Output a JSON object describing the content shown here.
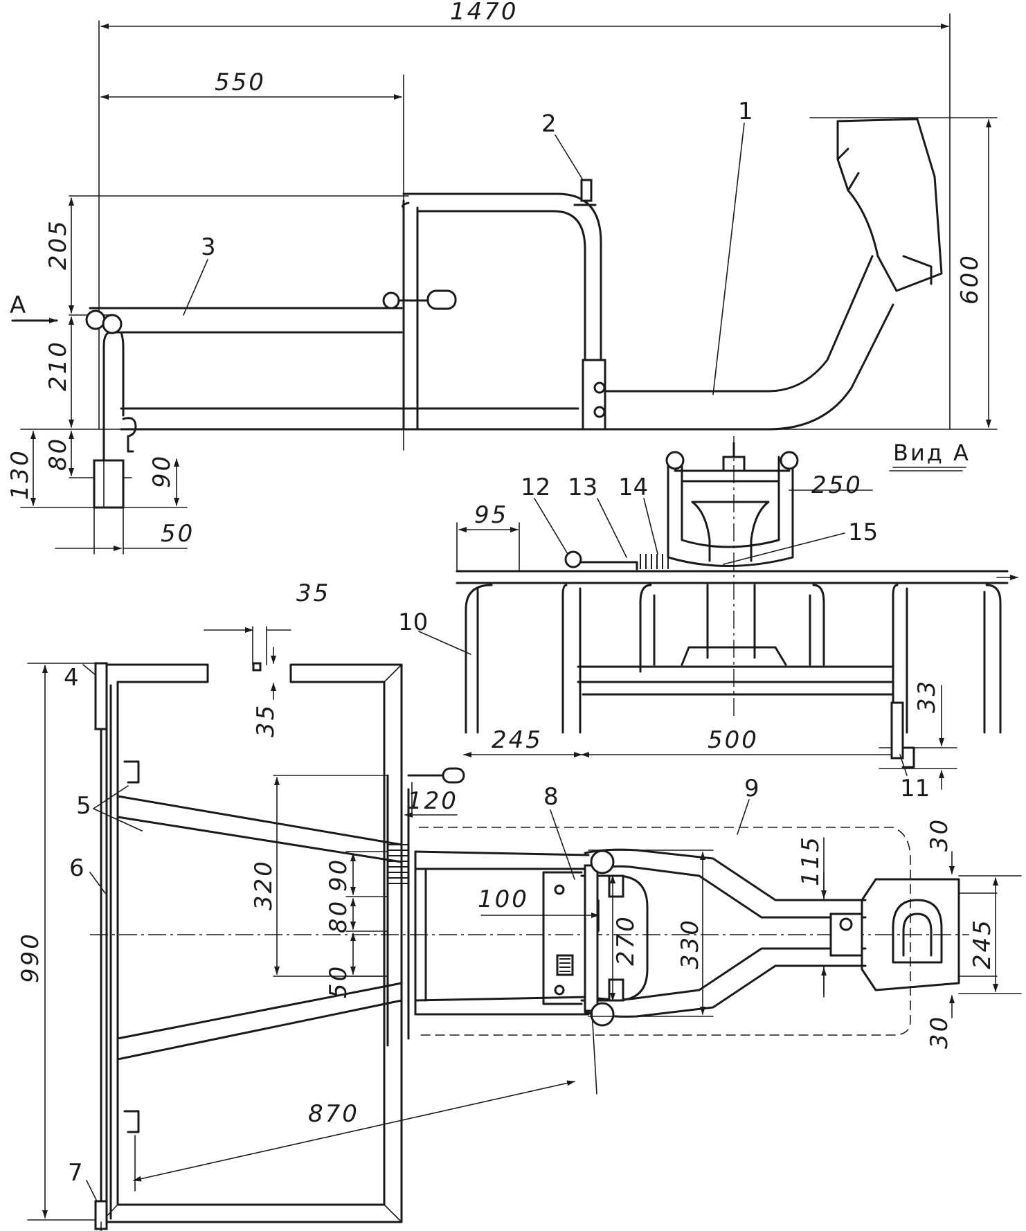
{
  "dimensions": {
    "overall_length": "1470",
    "front_length": "550",
    "height_total": "600",
    "height_upper": "205",
    "height_lower": "210",
    "leg_80": "80",
    "leg_130": "130",
    "leg_90": "90",
    "leg_50": "50",
    "view_95": "95",
    "view_250": "250",
    "view_245": "245",
    "view_500": "500",
    "view_33": "33",
    "plan_35_h": "35",
    "plan_35_v": "35",
    "plan_120": "120",
    "plan_320": "320",
    "plan_90": "90",
    "plan_80": "80",
    "plan_50": "50",
    "plan_100": "100",
    "plan_270": "270",
    "plan_330": "330",
    "plan_115": "115",
    "plan_30_top": "30",
    "plan_245": "245",
    "plan_30_bottom": "30",
    "plan_870": "870",
    "plan_990": "990"
  },
  "callouts": [
    "1",
    "2",
    "3",
    "4",
    "5",
    "6",
    "7",
    "8",
    "9",
    "10",
    "11",
    "12",
    "13",
    "14",
    "15"
  ],
  "view_label": "Вид А",
  "arrow_label": "А"
}
